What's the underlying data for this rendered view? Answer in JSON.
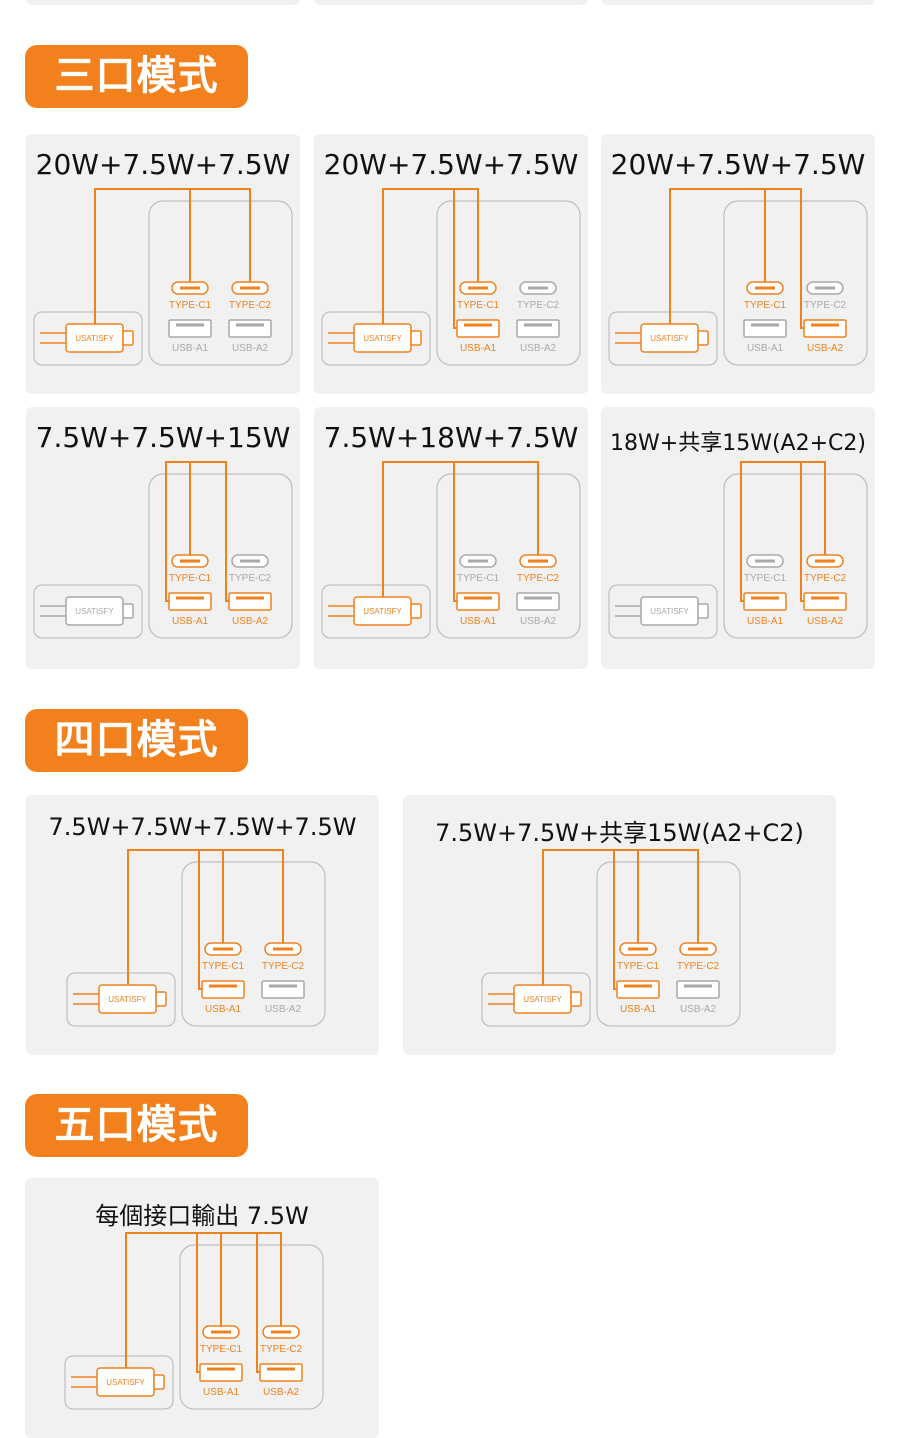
{
  "colors": {
    "active": "#f0821e",
    "inactive": "#a9a9a9",
    "card": "#f1f1f1",
    "badge": "#f2811d"
  },
  "labels": {
    "c1": "TYPE-C1",
    "c2": "TYPE-C2",
    "a1": "USB-A1",
    "a2": "USB-A2",
    "logo": "USATISFY"
  },
  "sections": [
    {
      "title": "三口模式",
      "cards": [
        {
          "title": "20W+7.5W+7.5W",
          "active": {
            "plug": true,
            "c1": true,
            "c2": true,
            "a1": false,
            "a2": false
          }
        },
        {
          "title": "20W+7.5W+7.5W",
          "active": {
            "plug": true,
            "c1": true,
            "c2": false,
            "a1": true,
            "a2": false
          }
        },
        {
          "title": "20W+7.5W+7.5W",
          "active": {
            "plug": true,
            "c1": true,
            "c2": false,
            "a1": false,
            "a2": true
          }
        },
        {
          "title": "7.5W+7.5W+15W",
          "active": {
            "plug": false,
            "c1": true,
            "c2": false,
            "a1": true,
            "a2": true
          }
        },
        {
          "title": "7.5W+18W+7.5W",
          "active": {
            "plug": true,
            "c1": false,
            "c2": true,
            "a1": true,
            "a2": false
          }
        },
        {
          "title": "18W+共享15W(A2+C2)",
          "active": {
            "plug": false,
            "c1": false,
            "c2": true,
            "a1": true,
            "a2": true
          }
        }
      ]
    },
    {
      "title": "四口模式",
      "cards": [
        {
          "title": "7.5W+7.5W+7.5W+7.5W",
          "active": {
            "plug": true,
            "c1": true,
            "c2": true,
            "a1": true,
            "a2": false
          }
        },
        {
          "title": "7.5W+7.5W+共享15W(A2+C2)",
          "active": {
            "plug": true,
            "c1": true,
            "c2": true,
            "a1": true,
            "a2": false
          }
        }
      ]
    },
    {
      "title": "五口模式",
      "cards": [
        {
          "title": "每個接口輸出 7.5W",
          "active": {
            "plug": true,
            "c1": true,
            "c2": true,
            "a1": true,
            "a2": true
          }
        }
      ]
    }
  ]
}
